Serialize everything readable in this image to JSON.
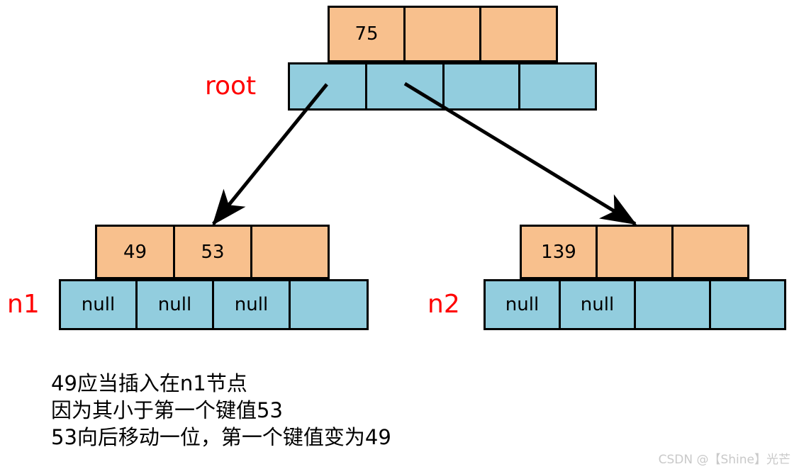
{
  "diagram": {
    "type": "b-tree-insert-illustration",
    "colors": {
      "key_cell": "#F8C08D",
      "child_cell": "#92CDDE",
      "border": "#000000",
      "label": "#FF0000",
      "arrow": "#000000",
      "background": "#FFFFFF",
      "watermark": "#C9C9C9"
    },
    "nodes": [
      {
        "id": "root",
        "label": "root",
        "keys": [
          "75",
          "",
          ""
        ],
        "children": [
          "",
          "",
          "",
          ""
        ]
      },
      {
        "id": "n1",
        "label": "n1",
        "keys": [
          "49",
          "53",
          ""
        ],
        "children": [
          "null",
          "null",
          "null",
          ""
        ]
      },
      {
        "id": "n2",
        "label": "n2",
        "keys": [
          "139",
          "",
          ""
        ],
        "children": [
          "null",
          "null",
          "",
          ""
        ]
      }
    ],
    "edges": [
      {
        "from": "root",
        "from_child_index": 0,
        "to": "n1"
      },
      {
        "from": "root",
        "from_child_index": 1,
        "to": "n2"
      }
    ]
  },
  "caption": {
    "lines": [
      "49应当插入在n1节点",
      "因为其小于第一个键值53",
      "53向后移动一位，第一个键值变为49"
    ]
  },
  "watermark": {
    "text": "CSDN @【Shine】光芒"
  }
}
